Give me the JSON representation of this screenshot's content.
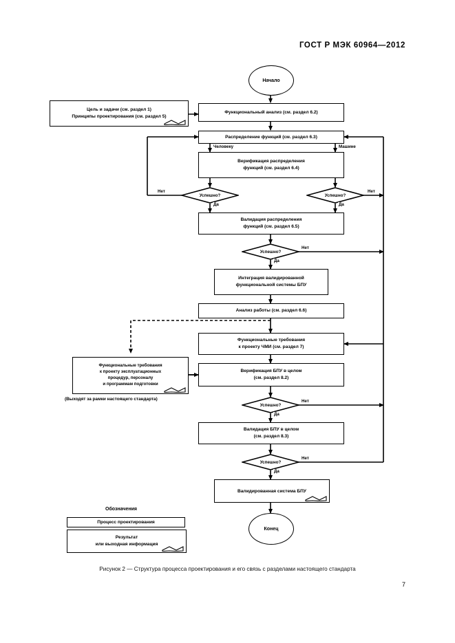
{
  "document": {
    "header": "ГОСТ Р МЭК  60964—2012",
    "caption": "Рисунок 2 — Структура процесса проектирования и его связь с разделами настоящего стандарта",
    "page_number": "7"
  },
  "flowchart": {
    "start": "Начало",
    "end": "Конец",
    "nodes": {
      "goals": "Цель и задачи (см. раздел 1)\nПринципы проектирования (см. раздел 5)",
      "goals_line1": "Цель и задачи (см. раздел 1)",
      "goals_line2": "Принципы проектирования (см. раздел 5)",
      "functional_analysis": "Функциональный анализ (см. раздел 6.2)",
      "function_allocation": "Распределение функций (см. раздел 6.3)",
      "verification_allocation_l1": "Верификация распределения",
      "verification_allocation_l2": "функций (см. раздел 6.4)",
      "validation_allocation_l1": "Валидация распределения",
      "validation_allocation_l2": "функций (см. раздел 6.5)",
      "integration_l1": "Интеграция валидированной",
      "integration_l2": "функциональной системы БПУ",
      "work_analysis": "Анализ работы (см. раздел 6.6)",
      "hmi_requirements_l1": "Функциональные требования",
      "hmi_requirements_l2": "к проекту ЧМИ (см. раздел 7)",
      "ops_requirements_l1": "Функциональные требования",
      "ops_requirements_l2": "к проекту эксплуатационных",
      "ops_requirements_l3": "процедур, персоналу",
      "ops_requirements_l4": "и программам подготовки",
      "ops_note": "(Выходят за рамки настоящего стандарта)",
      "verification_mcr_l1": "Верификация БПУ в целом",
      "verification_mcr_l2": "(см. раздел 8.2)",
      "validation_mcr_l1": "Валидация БПУ в целом",
      "validation_mcr_l2": "(см. раздел 8.3)",
      "validated_system": "Валидированная система БПУ"
    },
    "decisions": {
      "d1_left": "Успешно?",
      "d1_right": "Успешно?",
      "d2": "Успешно?",
      "d3": "Успешно?",
      "d4": "Успешно?"
    },
    "edge_labels": {
      "to_human": "Человеку",
      "to_machine": "Машине",
      "yes": "Да",
      "no": "Нет"
    }
  },
  "legend": {
    "title": "Обозначения",
    "process": "Процесс проектирования",
    "result_l1": "Результат",
    "result_l2": "или выходная информация"
  }
}
